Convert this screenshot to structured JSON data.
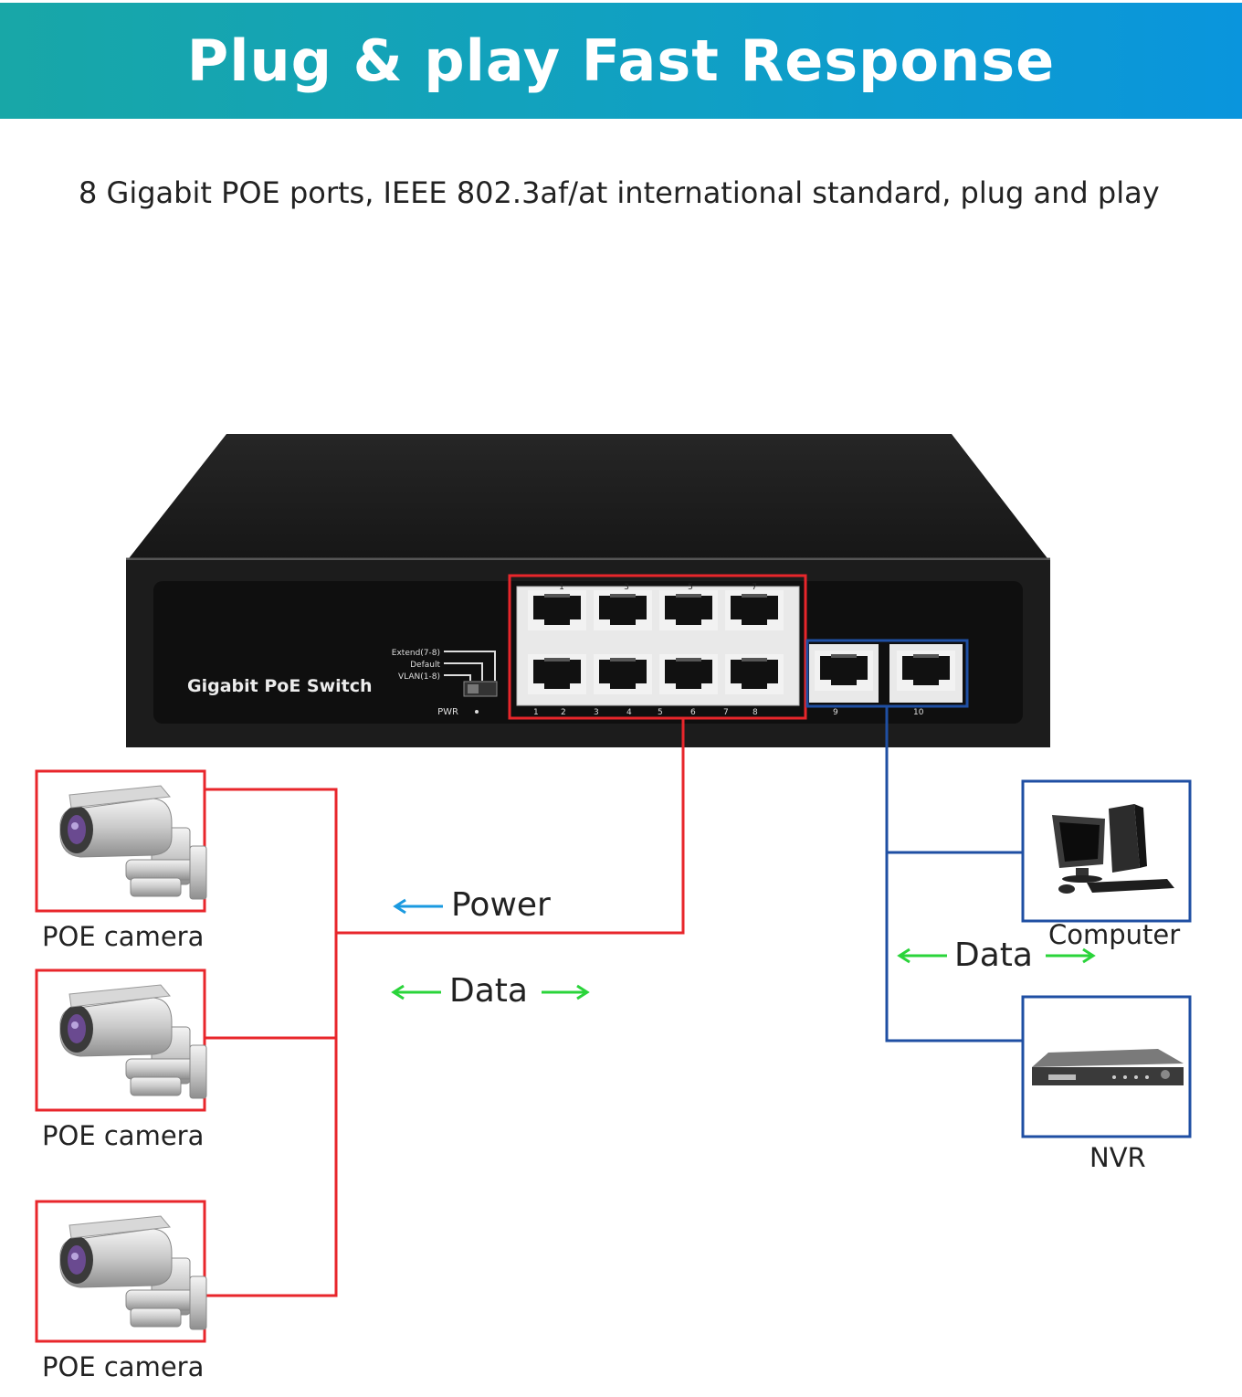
{
  "header": {
    "title": "Plug & play Fast Response"
  },
  "subtitle": "8 Gigabit POE ports, IEEE 802.3af/at international standard, plug and play",
  "device": {
    "name": "Gigabit PoE Switch",
    "switch_labels": [
      "Extend(7-8)",
      "Default",
      "VLAN(1-8)"
    ],
    "pwr_label": "PWR",
    "top_port_numbers": [
      "1",
      "3",
      "5",
      "7"
    ],
    "bottom_port_numbers": [
      "1",
      "2",
      "3",
      "4",
      "5",
      "6",
      "7",
      "8"
    ],
    "uplink_port_numbers": [
      "9",
      "10"
    ]
  },
  "left_devices": [
    {
      "label": "POE camera",
      "icon": "cctv-camera-icon"
    },
    {
      "label": "POE camera",
      "icon": "cctv-camera-icon"
    },
    {
      "label": "POE camera",
      "icon": "cctv-camera-icon"
    }
  ],
  "right_devices": [
    {
      "label": "Computer",
      "icon": "desktop-computer-icon"
    },
    {
      "label": "NVR",
      "icon": "nvr-recorder-icon"
    }
  ],
  "legend": {
    "power": "Power",
    "data_left": "Data",
    "data_right": "Data"
  },
  "colors": {
    "banner_start": "#18a7a7",
    "banner_end": "#0a95dd",
    "poe_link": "#e8262b",
    "uplink": "#1f4fa3",
    "power_arrow": "#1a9ae0",
    "data_arrow": "#2ad43a",
    "switch_body": "#1c1c1c"
  }
}
